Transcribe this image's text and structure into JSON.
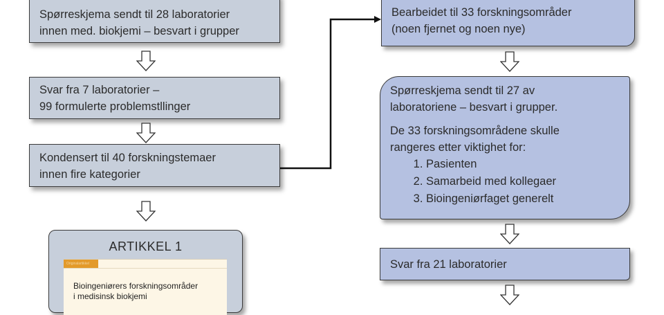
{
  "left_column": {
    "step1": [
      "Spørreskjema sendt til 28 laboratorier",
      "innen med. biokjemi – besvart i grupper"
    ],
    "step2": [
      "Svar fra 7 laboratorier –",
      "99 formulerte problemstllinger"
    ],
    "step3": [
      "Kondensert til 40 forskningstemaer",
      "innen fire kategorier"
    ],
    "article": {
      "title": "ARTIKKEL 1",
      "tag": "Originalartikkel",
      "heading": [
        "Bioingeniørers forskningsområder",
        "i medisinsk biokjemi"
      ]
    }
  },
  "right_column": {
    "step1": [
      "Bearbeidet til 33 forskningsområder",
      "(noen fjernet og noen nye)"
    ],
    "step2": {
      "intro": [
        "Spørreskjema sendt til 27 av",
        "laboratoriene – besvart i grupper."
      ],
      "question": [
        "De 33 forskningsområdene skulle",
        "rangeres  etter viktighet for:"
      ],
      "items": [
        "Pasienten",
        "Samarbeid med kollegaer",
        "Bioingeniørfaget generelt"
      ]
    },
    "step3": [
      "Svar fra 21 laboratorier"
    ]
  },
  "colors": {
    "left_box": "#c7cfdb",
    "right_box": "#b5c1e1",
    "article_tag": "#e39a2a",
    "article_page": "#fdf6e6"
  }
}
